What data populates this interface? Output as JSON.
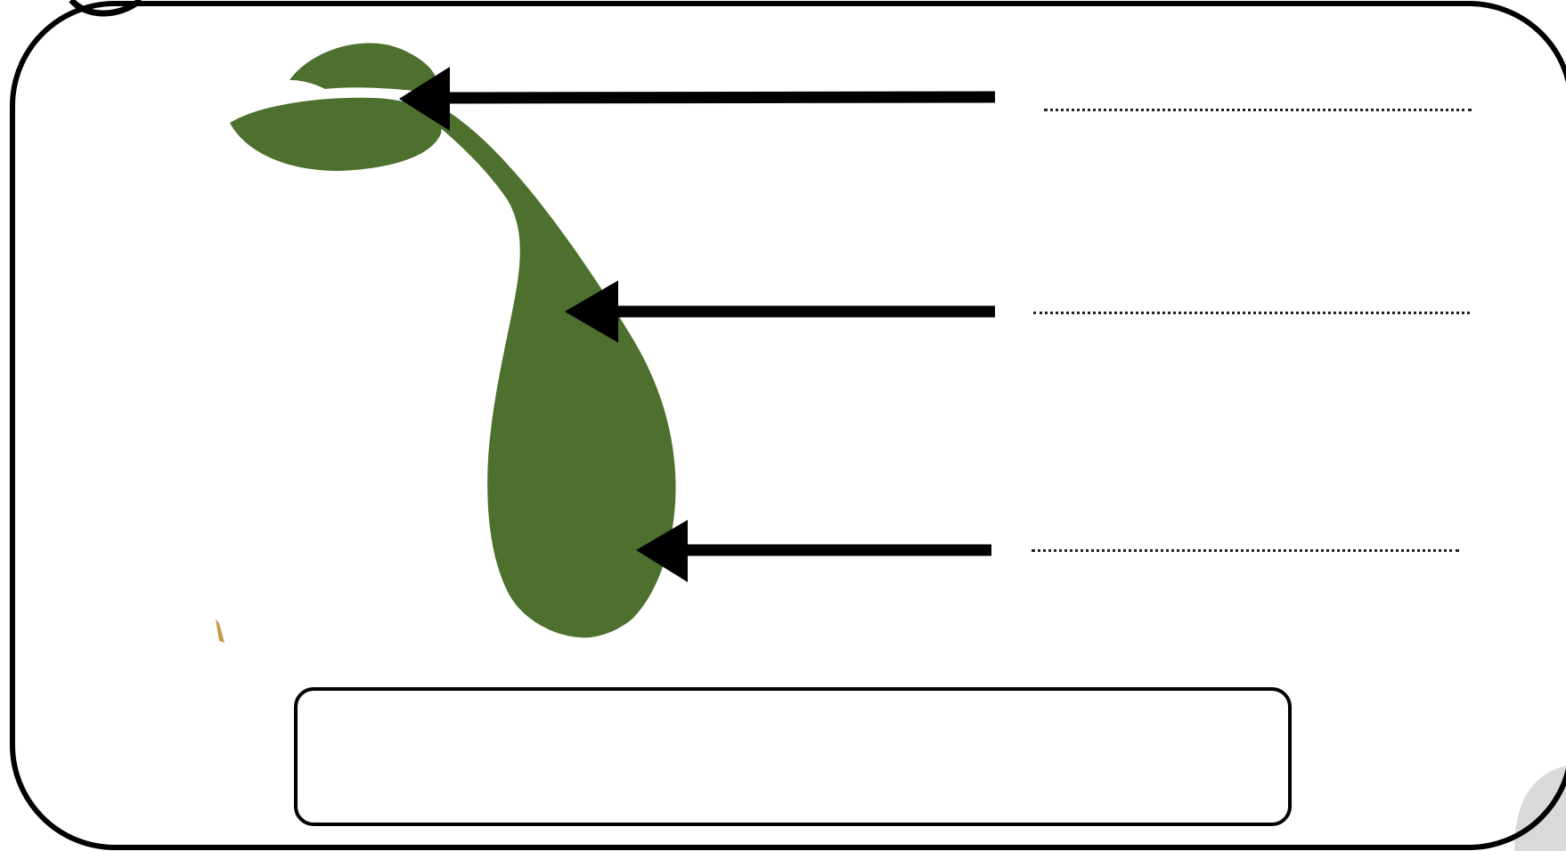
{
  "colors": {
    "frame": "#000000",
    "seedling": "#4e702e",
    "arrow": "#000000",
    "background": "#ffffff",
    "corner_shadow": "#d9d9d9"
  },
  "labels": [
    {
      "id": "label-1",
      "text": ""
    },
    {
      "id": "label-2",
      "text": ""
    },
    {
      "id": "label-3",
      "text": ""
    }
  ],
  "answer_box": {
    "text": ""
  }
}
